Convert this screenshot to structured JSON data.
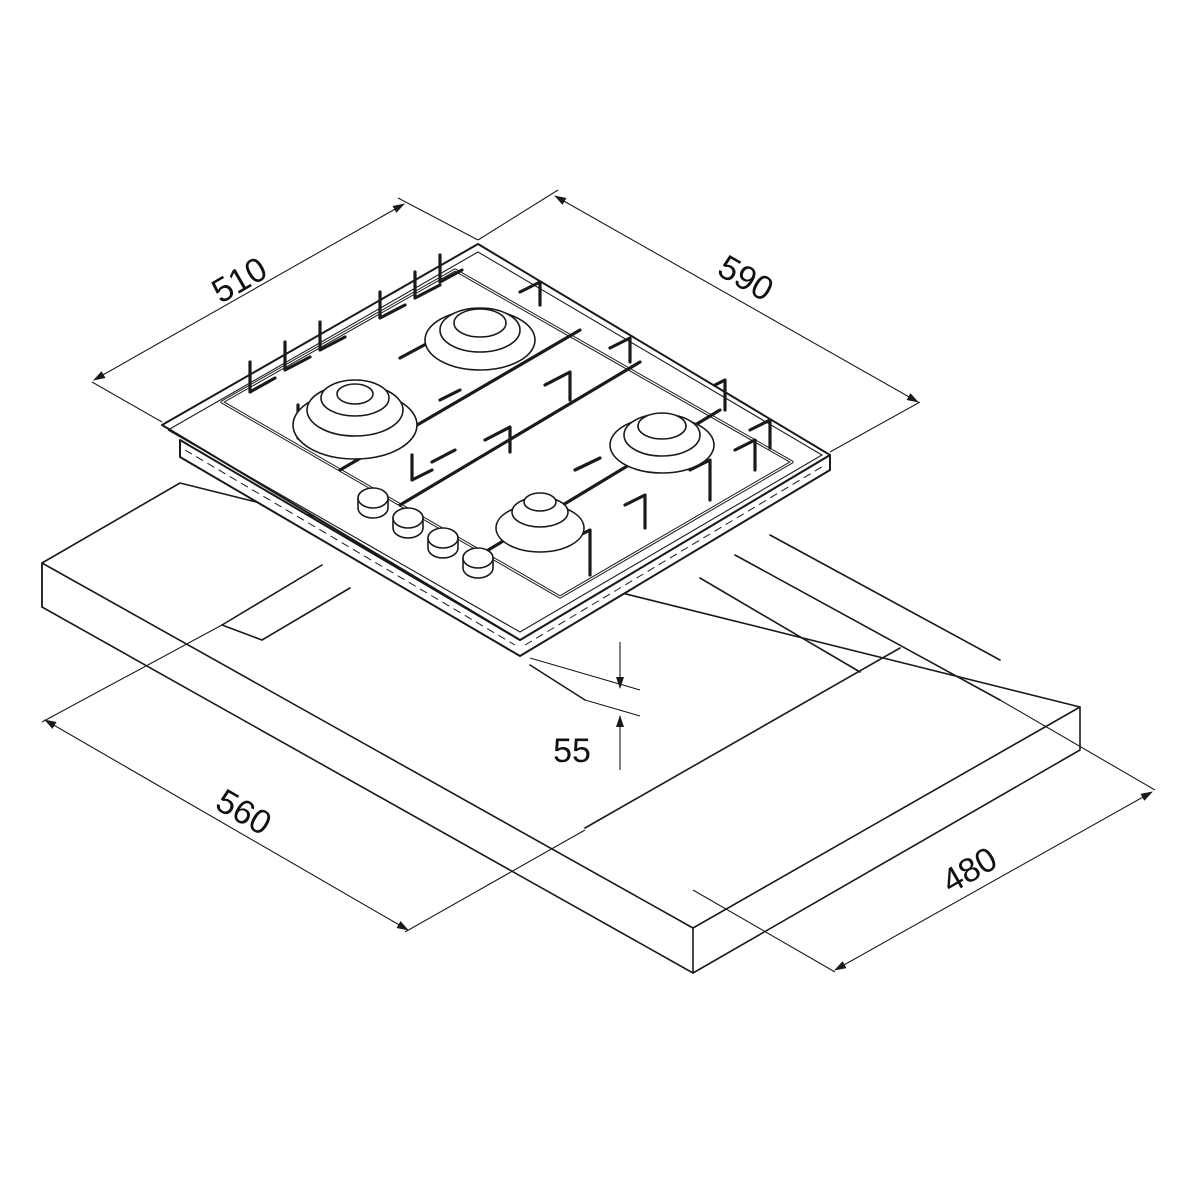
{
  "dimensions": {
    "hob_depth": "510",
    "hob_width": "590",
    "cutout_width": "560",
    "cutout_depth": "480",
    "hob_height": "55"
  },
  "colors": {
    "line": "#1a1a1a",
    "background": "#ffffff"
  }
}
